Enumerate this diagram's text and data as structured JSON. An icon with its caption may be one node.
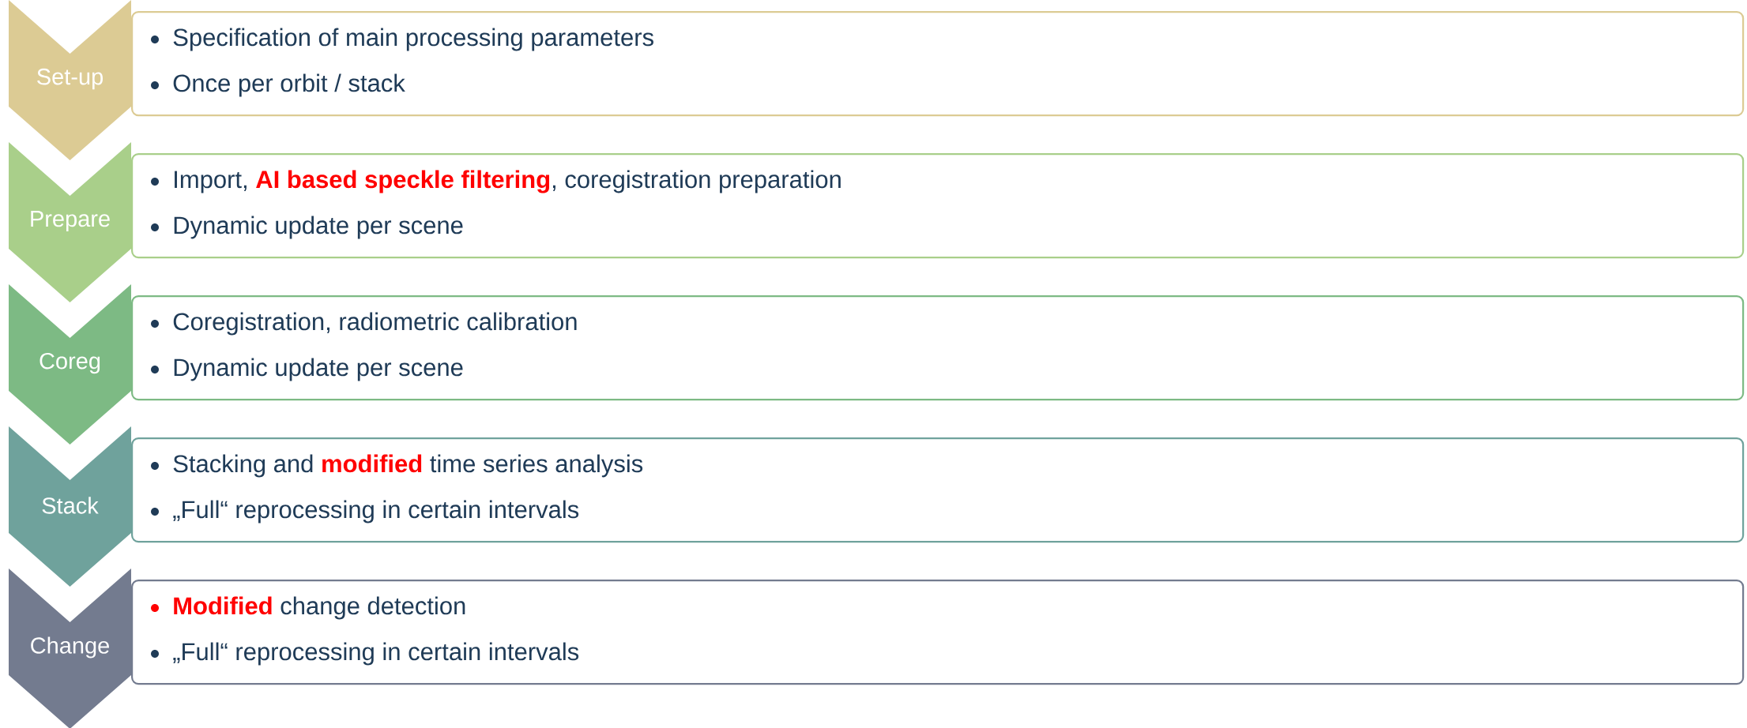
{
  "diagram": {
    "nodes": [
      {
        "text": [
          "Set-up"
        ]
      },
      {
        "text": [
          "Specification of main processing parameters",
          "Once per orbit / stack"
        ]
      },
      {
        "text": [
          "Prepare"
        ]
      },
      {
        "text": [
          "Import, **AI based speckle filtering**, coregistration preparation",
          "Dynamic update per scene"
        ]
      },
      {
        "text": [
          "Coreg"
        ]
      },
      {
        "text": [
          "Coregistration, radiometric calibration",
          "Dynamic update per scene"
        ]
      },
      {
        "text": [
          "Stack"
        ]
      },
      {
        "text": [
          "Stacking and **modified** time series analysis",
          "„Full“ reprocessing in certain intervals"
        ]
      },
      {
        "text": [
          "Change"
        ]
      },
      {
        "text": [
          "**Modified** change detection",
          "„Full“ reprocessing in certain intervals"
        ]
      }
    ]
  }
}
